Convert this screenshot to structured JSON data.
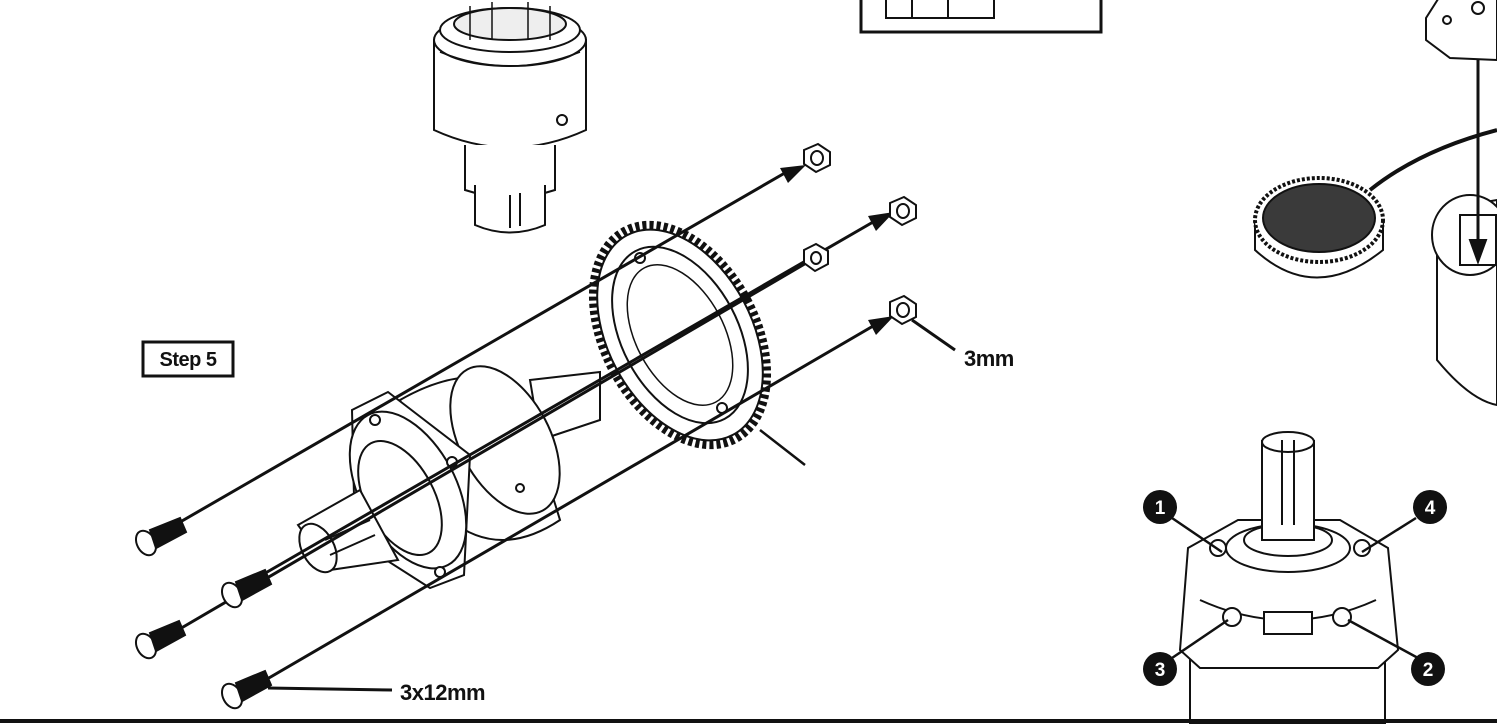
{
  "step_label": "Step 5",
  "callouts": {
    "nut_size": "3mm",
    "screw_size": "3x12mm"
  },
  "sequence_markers": [
    "1",
    "4",
    "3",
    "2"
  ]
}
